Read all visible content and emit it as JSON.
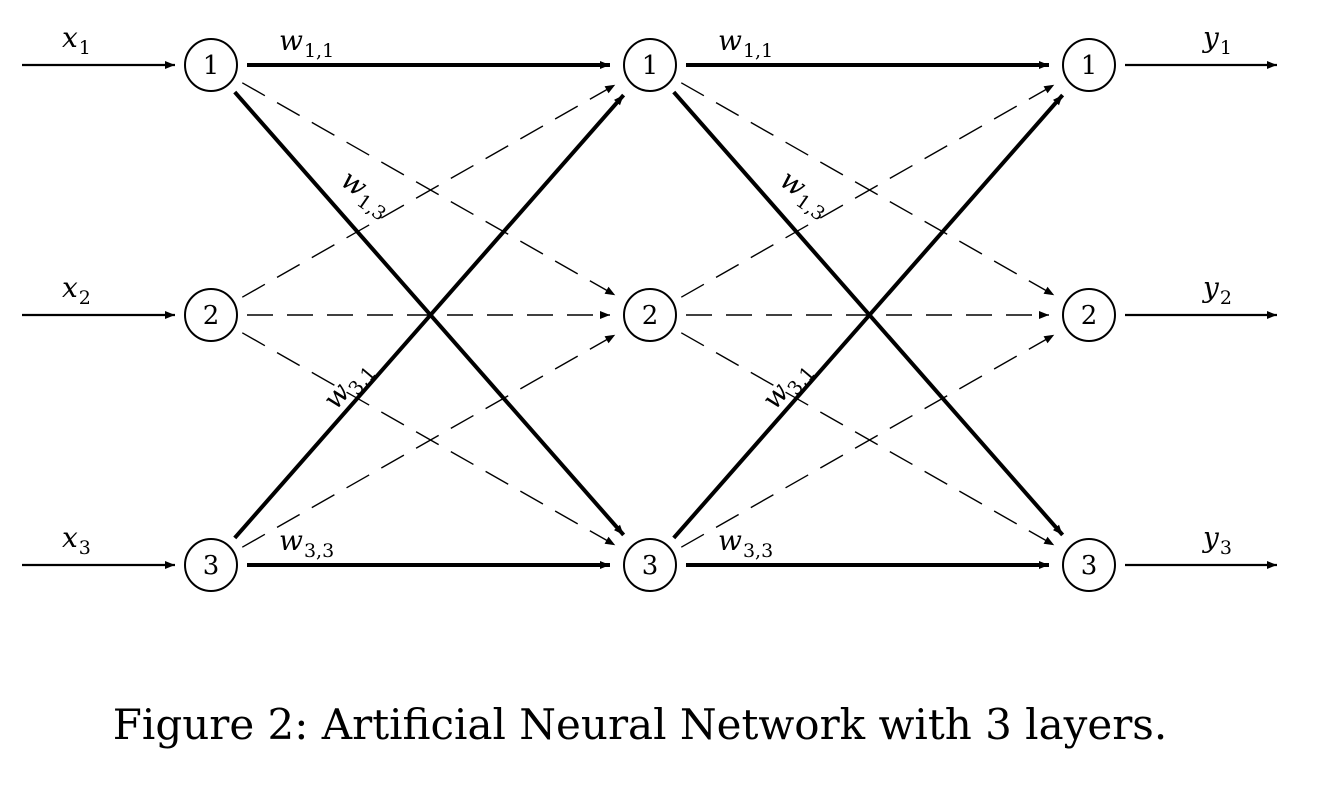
{
  "diagram": {
    "layers": [
      {
        "nodes": [
          "1",
          "2",
          "3"
        ]
      },
      {
        "nodes": [
          "1",
          "2",
          "3"
        ]
      },
      {
        "nodes": [
          "1",
          "2",
          "3"
        ]
      }
    ],
    "inputs": [
      {
        "main": "x",
        "sub": "1"
      },
      {
        "main": "x",
        "sub": "2"
      },
      {
        "main": "x",
        "sub": "3"
      }
    ],
    "outputs": [
      {
        "main": "y",
        "sub": "1"
      },
      {
        "main": "y",
        "sub": "2"
      },
      {
        "main": "y",
        "sub": "3"
      }
    ],
    "weights": {
      "w11": {
        "main": "w",
        "sub": "1,1"
      },
      "w13": {
        "main": "w",
        "sub": "1,3"
      },
      "w31": {
        "main": "w",
        "sub": "3,1"
      },
      "w33": {
        "main": "w",
        "sub": "3,3"
      }
    }
  },
  "caption": "Figure 2: Artificial Neural Network with 3 layers."
}
